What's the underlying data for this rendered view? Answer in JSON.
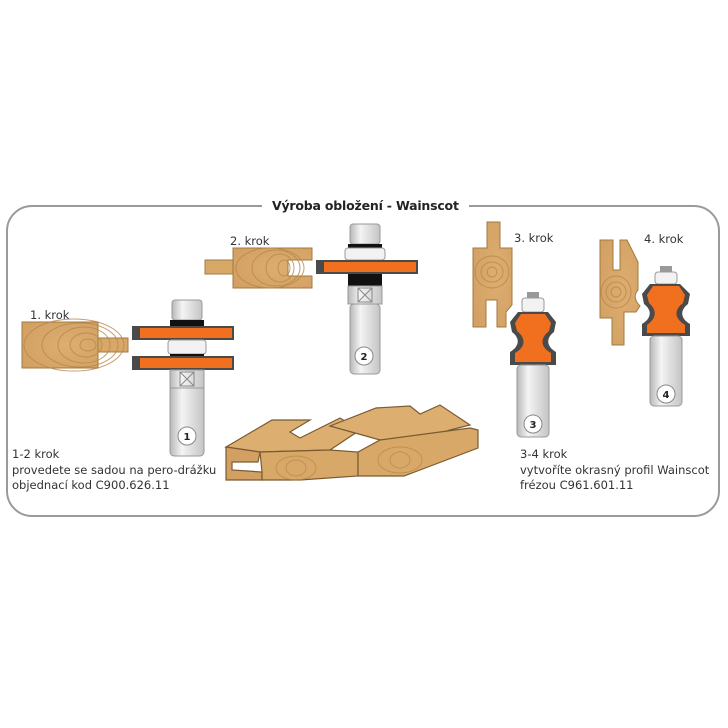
{
  "title": "Výroba obložení - Wainscot",
  "steps": [
    {
      "label": "1. krok",
      "bit_number": "1"
    },
    {
      "label": "2. krok",
      "bit_number": "2"
    },
    {
      "label": "3. krok",
      "bit_number": "3"
    },
    {
      "label": "4. krok",
      "bit_number": "4"
    }
  ],
  "notes": {
    "left": {
      "heading": "1-2 krok",
      "line1": "provedete se sadou na pero-drážku",
      "line2": "objednací kod C900.626.11"
    },
    "right": {
      "heading": "3-4 krok",
      "line1": "vytvoříte okrasný profil Wainscot",
      "line2": "frézou C961.601.11"
    }
  },
  "colors": {
    "wood": "#d8a868",
    "wood_grain": "#b8864a",
    "wood_outline": "#7a5a30",
    "cutter_orange": "#f07020",
    "carbide": "#4a4a4a",
    "shank": "#dcdcdc",
    "frame": "#9a9a9a"
  }
}
